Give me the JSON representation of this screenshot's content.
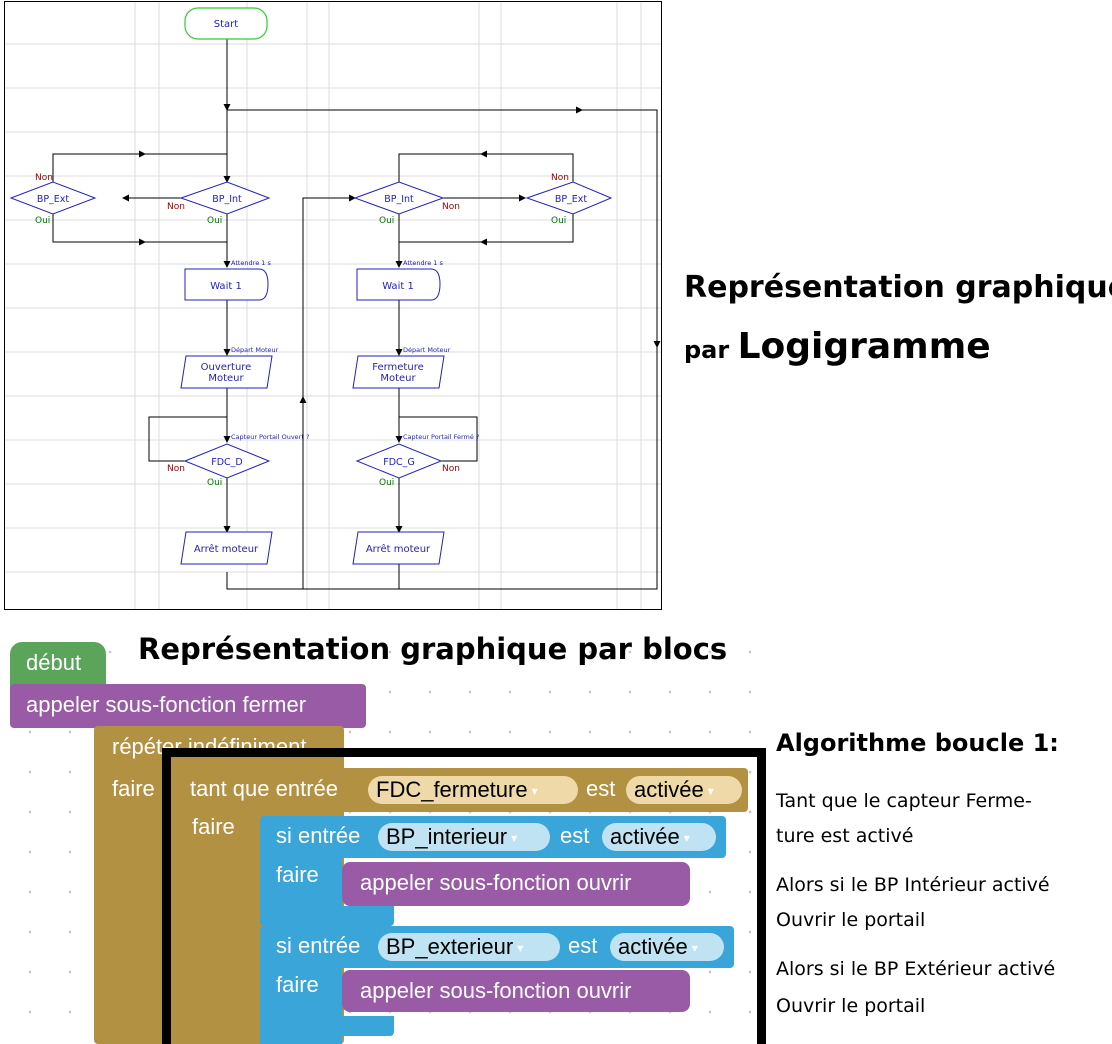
{
  "flowchart": {
    "start": "Start",
    "left_branch": {
      "decision_ext": "BP_Ext",
      "decision_int": "BP_Int",
      "wait": "Wait 1",
      "wait_note": "Attendre 1 s",
      "motor": "Ouverture\nMoteur",
      "motor_note": "Départ Moteur",
      "sensor": "FDC_D",
      "sensor_note": "Capteur Portail Ouvert ?",
      "stop": "Arrêt moteur"
    },
    "right_branch": {
      "decision_int": "BP_Int",
      "decision_ext": "BP_Ext",
      "wait": "Wait 1",
      "wait_note": "Attendre 1 s",
      "motor": "Fermeture\nMoteur",
      "motor_note": "Départ Moteur",
      "sensor": "FDC_G",
      "sensor_note": "Capteur Portail Fermé ?",
      "stop": "Arrêt moteur"
    },
    "label_no": "Non",
    "label_yes": "Oui"
  },
  "headings": {
    "logigramme_line1": "Représentation graphique",
    "logigramme_par": "par",
    "logigramme_word": "Logigramme",
    "blocs": "Représentation graphique par blocs"
  },
  "blocks": {
    "debut": "début",
    "call_fermer": "appeler sous-fonction fermer",
    "repeat": "répéter indéfiniment",
    "faire": "faire",
    "while_prefix": "tant que entrée",
    "while_input": "FDC_fermeture",
    "est": "est",
    "state": "activée",
    "if_prefix": "si entrée",
    "if1_input": "BP_interieur",
    "if2_input": "BP_exterieur",
    "call_ouvrir": "appeler sous-fonction ouvrir"
  },
  "algorithm": {
    "title": "Algorithme boucle 1:",
    "lines": [
      "Tant que le capteur Ferme-",
      "ture est activé",
      "Alors si le BP Intérieur activé",
      "Ouvrir le portail",
      "Alors si le BP Extérieur activé",
      "Ouvrir le portail"
    ]
  },
  "colors": {
    "start_border": "#33cc33",
    "node_border": "#2222bb",
    "label_no": "#990000",
    "label_yes": "#007700",
    "block_event": "#5ba55b",
    "block_procedure": "#995ba5",
    "block_loop": "#b39143",
    "block_logic": "#3aa5d8",
    "highlight_frame": "#000000"
  }
}
